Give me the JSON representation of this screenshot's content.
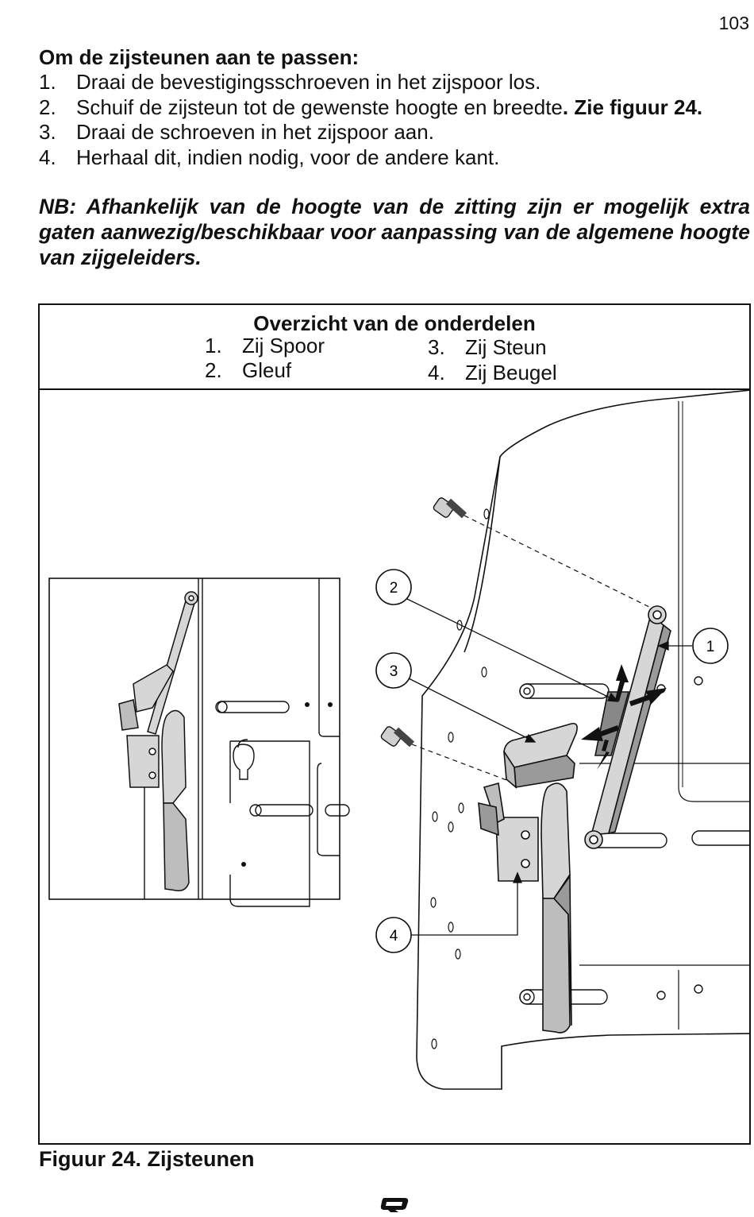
{
  "page_number": "103",
  "heading": "Om de zijsteunen aan te passen:",
  "steps": [
    {
      "num": "1.",
      "text": "Draai de bevestigingsschroeven in het zijspoor los.",
      "bold_suffix": ""
    },
    {
      "num": "2.",
      "text": "Schuif de zijsteun tot de gewenste hoogte en breedte",
      "bold_suffix": ". Zie figuur 24."
    },
    {
      "num": "3.",
      "text": "Draai de schroeven in het zijspoor aan.",
      "bold_suffix": ""
    },
    {
      "num": "4.",
      "text": "Herhaal dit, indien nodig, voor de andere kant.",
      "bold_suffix": ""
    }
  ],
  "note": "NB: Afhankelijk van de hoogte van de zitting zijn er mogelijk extra gaten aanwezig/beschikbaar voor aanpassing van de algemene hoogte van zijgeleiders.",
  "legend": {
    "title": "Overzicht van de onderdelen",
    "items": [
      {
        "num": "1.",
        "label": "Zij Spoor"
      },
      {
        "num": "2.",
        "label": "Gleuf"
      },
      {
        "num": "3.",
        "label": "Zij Steun"
      },
      {
        "num": "4.",
        "label": "Zij Beugel"
      }
    ]
  },
  "callouts": [
    "1",
    "2",
    "3",
    "4"
  ],
  "caption": "Figuur 24. Zijsteunen",
  "icons": {
    "logo": "q-logo-icon"
  },
  "colors": {
    "part_fill": "#d6d6d6",
    "part_dark": "#9a9a9a",
    "line": "#111111"
  }
}
